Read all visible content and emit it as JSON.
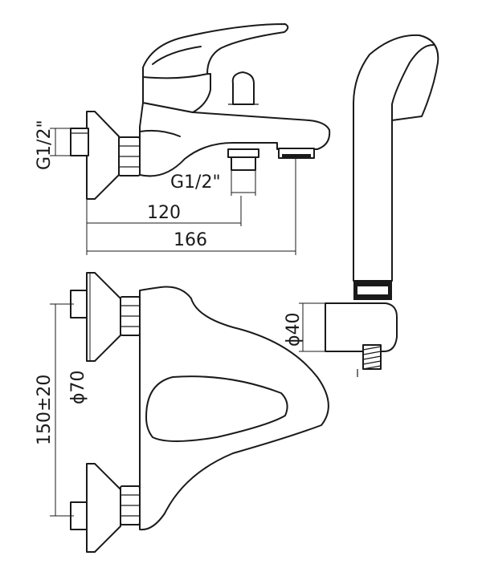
{
  "dimensions": {
    "thread_side": "G1/2\"",
    "thread_outlet": "G1/2\"",
    "length_120": "120",
    "length_166": "166",
    "diameter_70": "ϕ70",
    "diameter_40": "ϕ40",
    "center_distance": "150±20"
  }
}
